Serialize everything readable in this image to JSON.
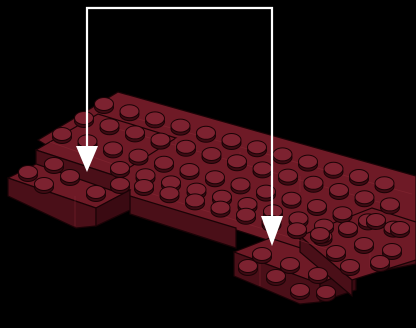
{
  "scene": {
    "subject": "lego-build-instruction-step",
    "background_color": "#000000",
    "brick_color": "#6e1a26",
    "brick_shade_color": "#4a0f18",
    "brick_highlight_color": "#8a2a36",
    "stud_top_color": "#7c2230",
    "stud_side_color": "#3d0b13",
    "outline_color": "#1a0306",
    "arrow_color": "#ffffff"
  },
  "arrows": {
    "count": 2,
    "style": "bracket-connector-with-down-arrowheads"
  }
}
